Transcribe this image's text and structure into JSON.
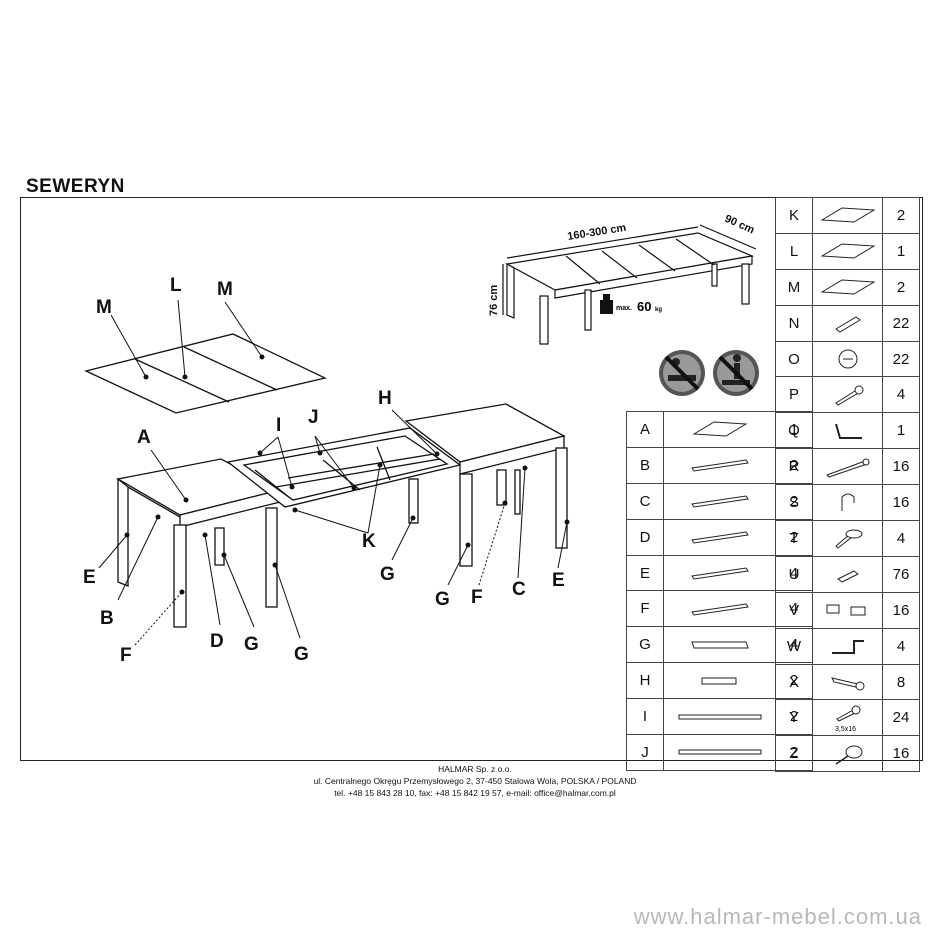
{
  "title": "SEWERYN",
  "dimensions": {
    "length": "160-300 cm",
    "depth": "90 cm",
    "height": "76 cm",
    "load_prefix": "max.",
    "load_value": "60",
    "load_unit": "kg"
  },
  "diagram_labels": [
    "M",
    "L",
    "M",
    "A",
    "I",
    "J",
    "H",
    "K",
    "E",
    "B",
    "F",
    "D",
    "G",
    "G",
    "G",
    "G",
    "F",
    "C",
    "E"
  ],
  "parts_left": [
    {
      "letter": "A",
      "qty": "1",
      "icon": "panel-icon"
    },
    {
      "letter": "B",
      "qty": "2",
      "icon": "rail-icon"
    },
    {
      "letter": "C",
      "qty": "2",
      "icon": "rail-icon"
    },
    {
      "letter": "D",
      "qty": "2",
      "icon": "rail-icon"
    },
    {
      "letter": "E",
      "qty": "4",
      "icon": "rail-icon"
    },
    {
      "letter": "F",
      "qty": "4",
      "icon": "rail-icon"
    },
    {
      "letter": "G",
      "qty": "4",
      "icon": "leg-icon"
    },
    {
      "letter": "H",
      "qty": "2",
      "icon": "block-icon"
    },
    {
      "letter": "I",
      "qty": "2",
      "icon": "slide-icon"
    },
    {
      "letter": "J",
      "qty": "2",
      "icon": "slide-icon"
    }
  ],
  "parts_right": [
    {
      "letter": "K",
      "qty": "2",
      "icon": "panel-icon"
    },
    {
      "letter": "L",
      "qty": "1",
      "icon": "panel-icon"
    },
    {
      "letter": "M",
      "qty": "2",
      "icon": "panel-icon"
    },
    {
      "letter": "N",
      "qty": "22",
      "icon": "dowel-screw-icon"
    },
    {
      "letter": "O",
      "qty": "22",
      "icon": "cam-lock-icon"
    },
    {
      "letter": "P",
      "qty": "4",
      "icon": "bolt-icon"
    },
    {
      "letter": "Q",
      "qty": "1",
      "icon": "allen-key-icon"
    },
    {
      "letter": "R",
      "qty": "16",
      "icon": "long-bolt-icon"
    },
    {
      "letter": "S",
      "qty": "16",
      "icon": "bracket-icon"
    },
    {
      "letter": "T",
      "qty": "4",
      "icon": "wing-screw-icon"
    },
    {
      "letter": "U",
      "qty": "76",
      "icon": "dowel-icon"
    },
    {
      "letter": "V",
      "qty": "16",
      "icon": "connector-icon"
    },
    {
      "letter": "W",
      "qty": "4",
      "icon": "angle-bracket-icon"
    },
    {
      "letter": "X",
      "qty": "8",
      "icon": "lock-icon"
    },
    {
      "letter": "Y",
      "qty": "24",
      "icon": "screw-icon",
      "note": "3,5x16"
    },
    {
      "letter": "Z",
      "qty": "16",
      "icon": "glide-icon"
    }
  ],
  "footer": {
    "company": "HALMAR Sp. z o.o.",
    "address": "ul. Centralnego Okręgu Przemysłowego 2, 37-450 Stalowa Wola, POLSKA / POLAND",
    "contact": "tel. +48 15 843 28 10, fax: +48 15 842 19 57, e-mail: office@halmar.com.pl"
  },
  "website": "www.halmar-mebel.com.ua"
}
